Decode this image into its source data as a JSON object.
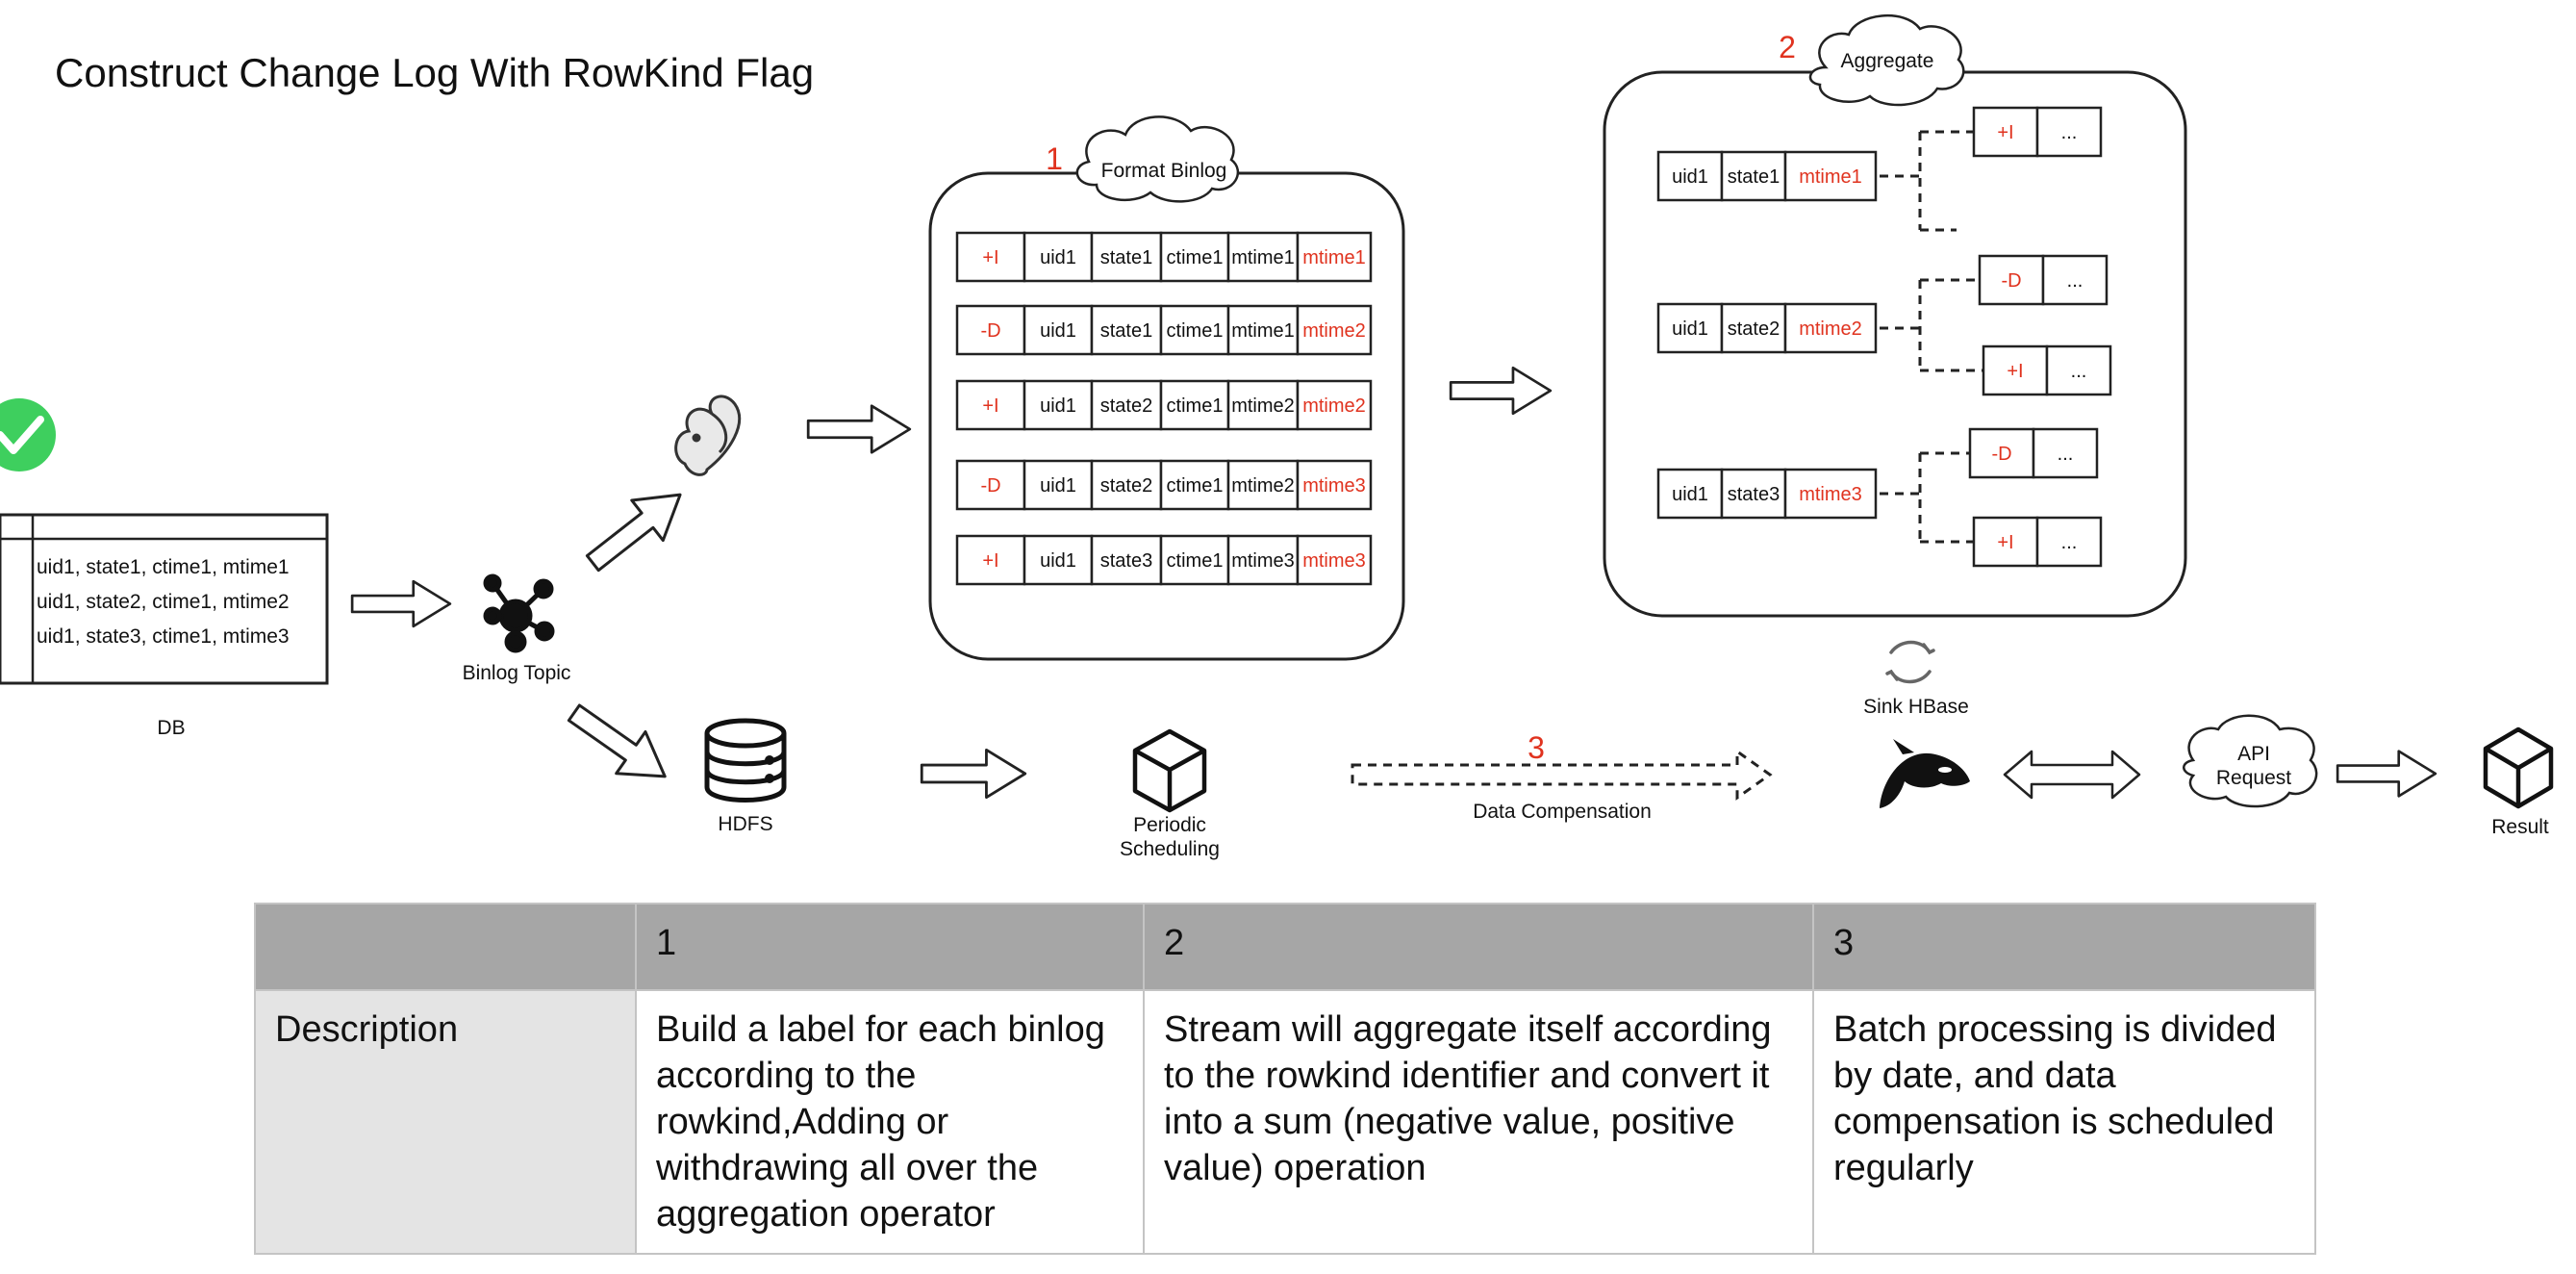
{
  "title": "Construct Change Log With RowKind Flag",
  "db": {
    "label": "DB",
    "rows": [
      "uid1, state1, ctime1, mtime1",
      "uid1, state2, ctime1, mtime2",
      "uid1, state3, ctime1, mtime3"
    ]
  },
  "binlog_topic": "Binlog Topic",
  "hdfs": "HDFS",
  "periodic": [
    "Periodic",
    "Scheduling"
  ],
  "data_compensation": "Data Compensation",
  "sink_hbase": "Sink HBase",
  "api_request": [
    "API",
    "Request"
  ],
  "result": "Result",
  "format_binlog": {
    "number": "1",
    "cloud": "Format Binlog",
    "rows": [
      [
        "+I",
        "uid1",
        "state1",
        "ctime1",
        "mtime1",
        "mtime1"
      ],
      [
        "-D",
        "uid1",
        "state1",
        "ctime1",
        "mtime1",
        "mtime2"
      ],
      [
        "+I",
        "uid1",
        "state2",
        "ctime1",
        "mtime2",
        "mtime2"
      ],
      [
        "-D",
        "uid1",
        "state2",
        "ctime1",
        "mtime2",
        "mtime3"
      ],
      [
        "+I",
        "uid1",
        "state3",
        "ctime1",
        "mtime3",
        "mtime3"
      ]
    ]
  },
  "aggregate": {
    "number": "2",
    "cloud": "Aggregate",
    "groups": [
      {
        "row": [
          "uid1",
          "state1",
          "mtime1"
        ],
        "out": [
          [
            "+I",
            "..."
          ]
        ]
      },
      {
        "row": [
          "uid1",
          "state2",
          "mtime2"
        ],
        "out": [
          [
            "-D",
            "..."
          ],
          [
            "+I",
            "..."
          ]
        ]
      },
      {
        "row": [
          "uid1",
          "state3",
          "mtime3"
        ],
        "out": [
          [
            "-D",
            "..."
          ],
          [
            "+I",
            "..."
          ]
        ]
      }
    ]
  },
  "compensation_number": "3",
  "table": {
    "header": [
      "",
      "1",
      "2",
      "3"
    ],
    "row": [
      "Description",
      "Build a label for each binlog according to the rowkind,Adding or withdrawing all over the aggregation operator",
      "Stream will aggregate itself according to the rowkind identifier and convert it into a sum (negative value, positive value) operation",
      "Batch processing is divided by date, and data compensation is scheduled regularly"
    ]
  },
  "colors": {
    "accent": "#e0331f",
    "check": "#3ecf5e",
    "header_bg": "#a6a6a6",
    "rowhead_bg": "#e4e4e4"
  },
  "icons": [
    "check-icon",
    "kafka-topic-icon",
    "squirrel-icon",
    "database-icon",
    "cube-icon",
    "sync-icon",
    "orca-icon"
  ]
}
